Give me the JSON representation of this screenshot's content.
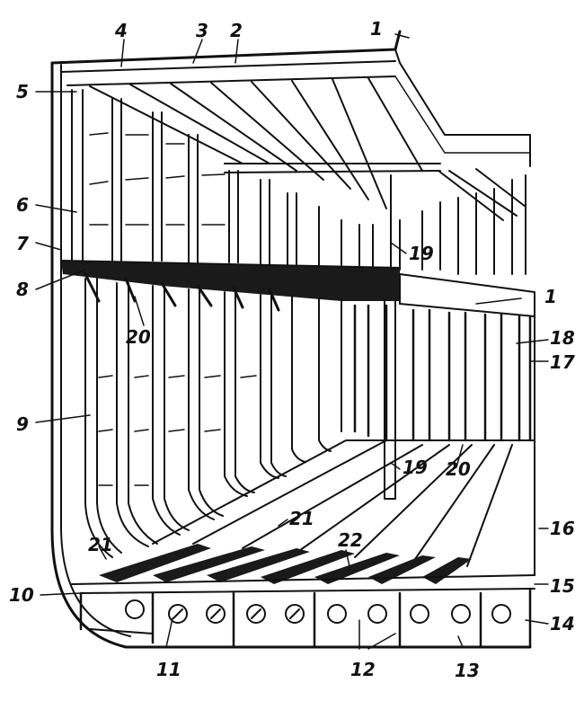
{
  "labels": [
    "1",
    "2",
    "3",
    "4",
    "5",
    "6",
    "7",
    "8",
    "9",
    "10",
    "11",
    "12",
    "13",
    "14",
    "15",
    "16",
    "17",
    "18",
    "19",
    "20",
    "21",
    "22"
  ],
  "colors": {
    "ink": "#111111",
    "paper": "#ffffff",
    "deck_dark": "#1a1a1a"
  }
}
